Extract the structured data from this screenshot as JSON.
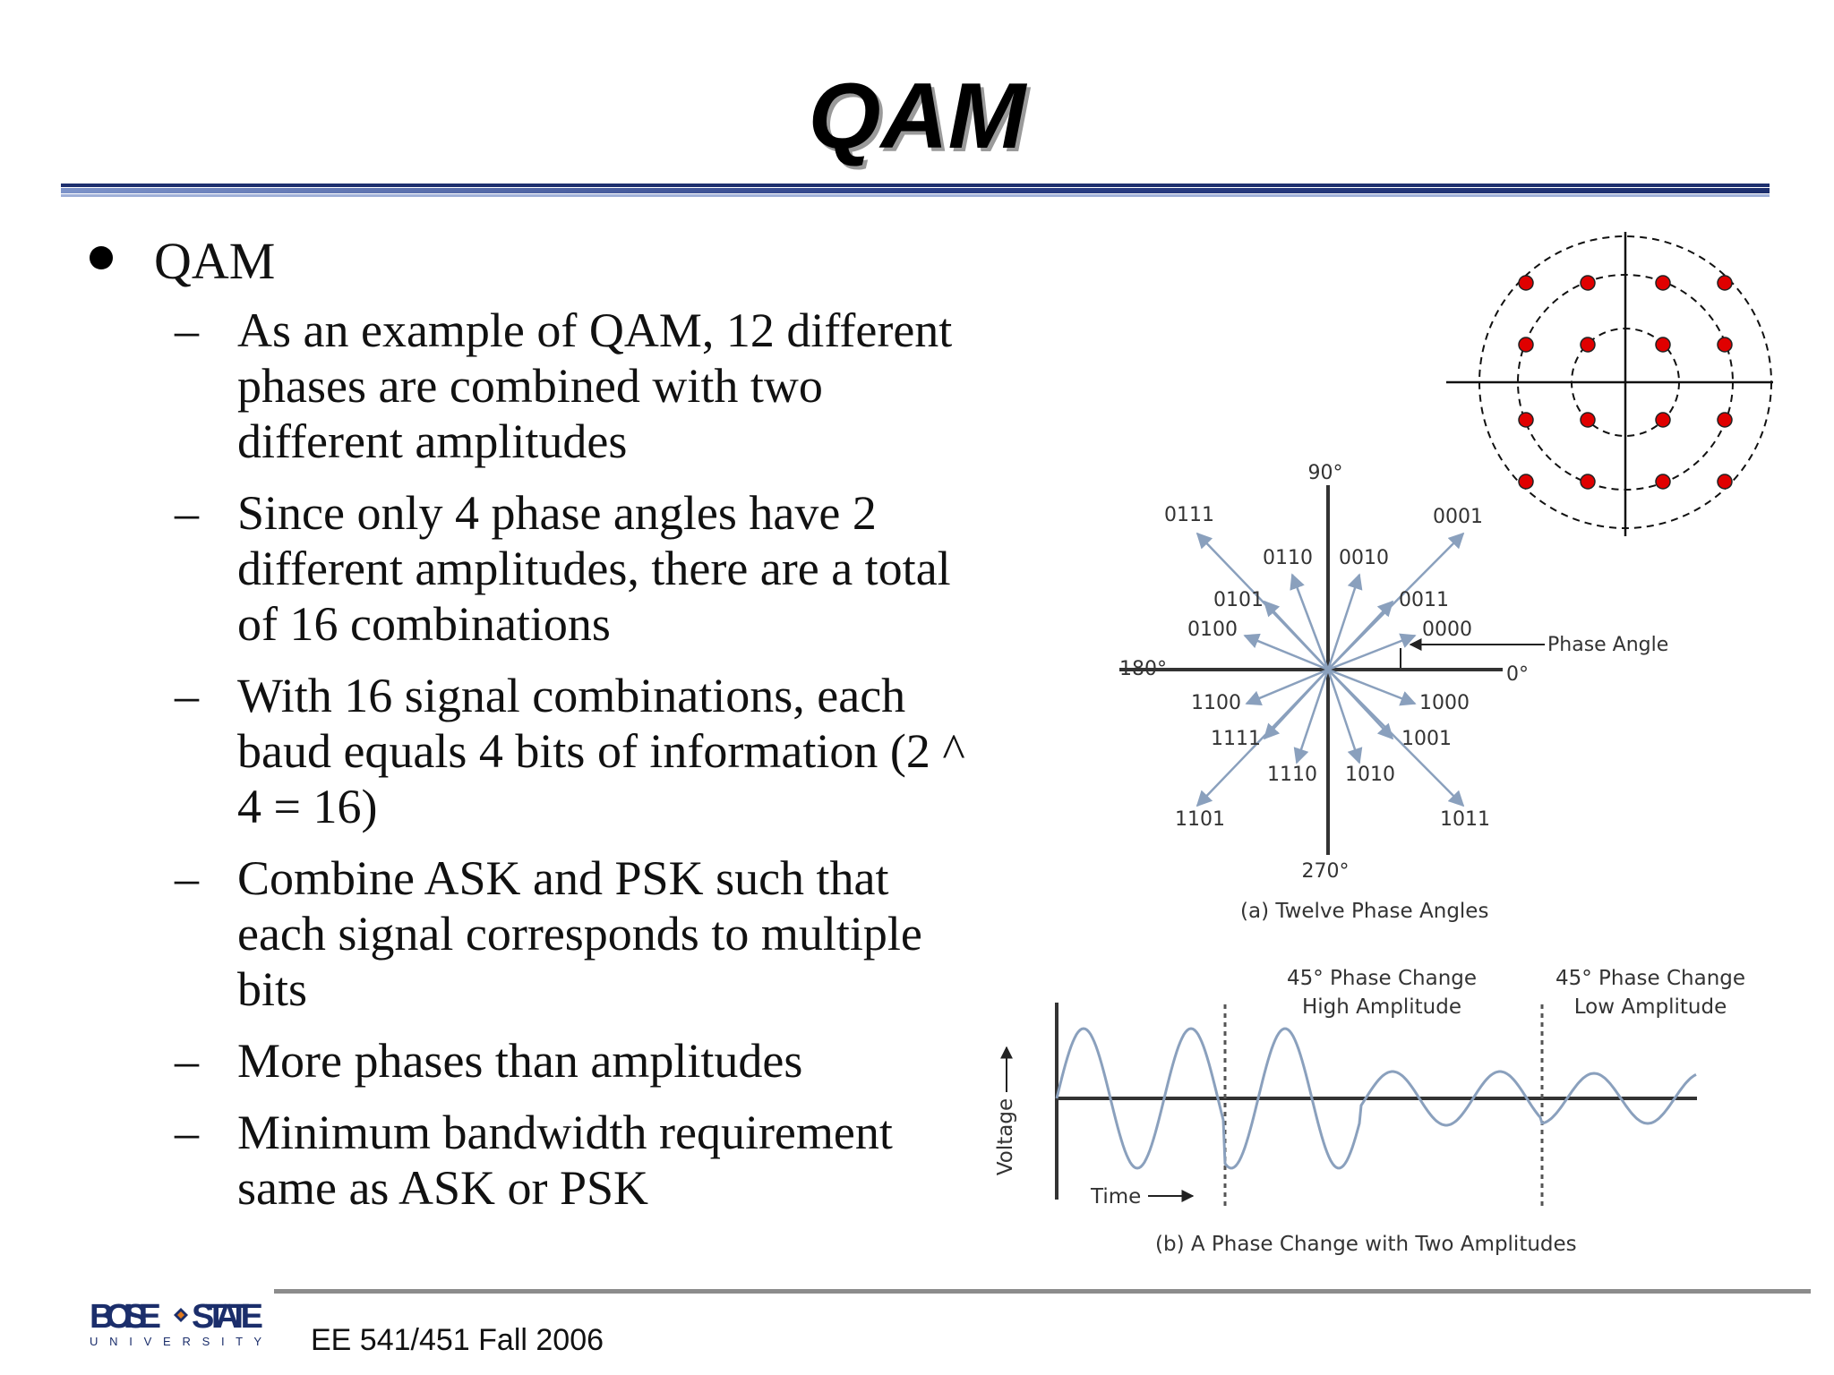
{
  "slide": {
    "title": "QAM",
    "bullet": "QAM",
    "subbullets": [
      "As an example of QAM, 12 different phases are combined with two different amplitudes",
      "Since only 4 phase angles have 2 different amplitudes, there are a total of 16 combinations",
      "With 16 signal combinations, each baud equals 4 bits of information (2 ^ 4 = 16)",
      "Combine ASK and PSK such that each signal corresponds to multiple bits",
      "More phases than amplitudes",
      "Minimum bandwidth requirement same as ASK or PSK"
    ],
    "dash": "–"
  },
  "diagram_a": {
    "deg90": "90°",
    "deg180": "180°",
    "deg270": "270°",
    "deg0": "0°",
    "phase_angle": "Phase Angle",
    "caption": "(a)  Twelve Phase Angles",
    "codes": [
      "0111",
      "0001",
      "0110",
      "0010",
      "0101",
      "0011",
      "0100",
      "0000",
      "1100",
      "1000",
      "1111",
      "1001",
      "1110",
      "1010",
      "1101",
      "1011"
    ]
  },
  "diagram_b": {
    "label1_line1": "45° Phase Change",
    "label1_line2": "High Amplitude",
    "label2_line1": "45° Phase Change",
    "label2_line2": "Low Amplitude",
    "voltage": "Voltage",
    "time": "Time",
    "caption": "(b)  A Phase Change with Two Amplitudes"
  },
  "footer": {
    "course": "EE 541/451 Fall 2006",
    "logo_top": "BOISE",
    "logo_top2": "STATE",
    "logo_bottom": "U N I V E R S I T Y"
  },
  "colors": {
    "constellation_point": "#e00000",
    "rule_dark": "#1d2f6e",
    "rule_light": "#7d93c9",
    "diagram_ink": "#333333",
    "wave": "#8aa0bd"
  }
}
